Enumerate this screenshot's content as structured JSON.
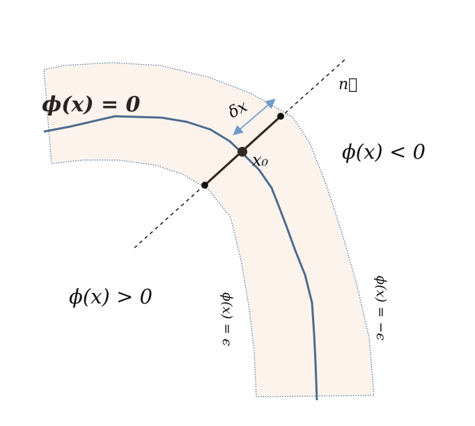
{
  "labels": {
    "zero_level": "ϕ(x) = 0",
    "negative_region": "ϕ(x) < 0",
    "positive_region": "ϕ(x) > 0",
    "normal": "n⃗",
    "point": "x₀",
    "delta": "δx",
    "inner_boundary": "ϕ(x) = ϵ",
    "outer_boundary": "ϕ(x) = −ϵ"
  },
  "colors": {
    "band_fill": "#fcf3ec",
    "band_border": "#3f6c9c",
    "zero_curve": "#4c6a8d",
    "normal_segment": "#352a22",
    "delta_arrow": "#6e9bc9",
    "text": "#111111"
  }
}
